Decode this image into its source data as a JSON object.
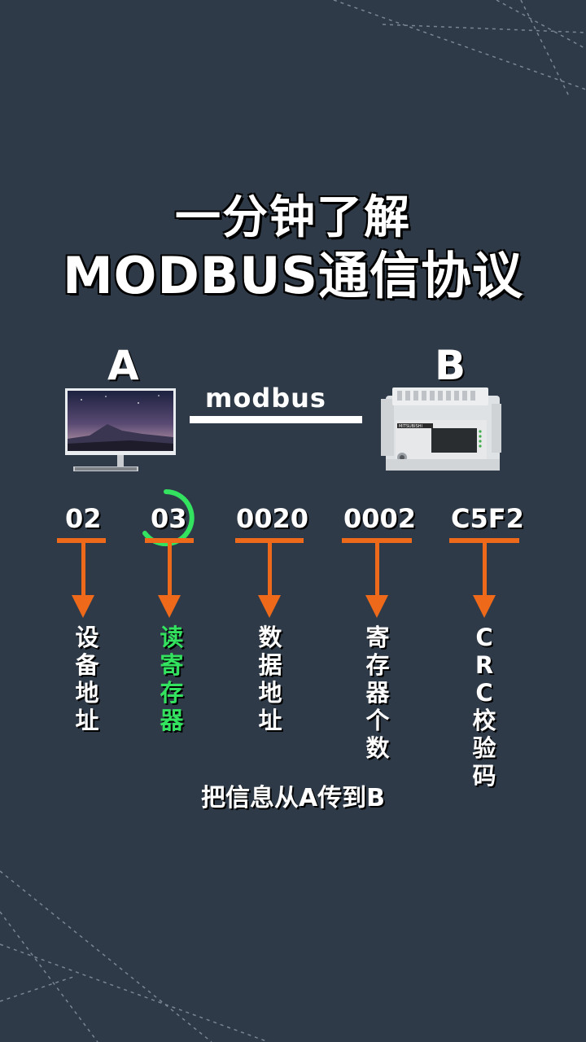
{
  "title_line1": "一分钟了解",
  "title_line2": "MODBUS通信协议",
  "device_a": "A",
  "device_b": "B",
  "link_label": "modbus",
  "plc_brand": "MITSUBISHI",
  "frame": [
    {
      "code": "02",
      "label": [
        "设",
        "备",
        "地",
        "址"
      ]
    },
    {
      "code": "03",
      "label": [
        "读",
        "寄",
        "存",
        "器"
      ]
    },
    {
      "code": "0020",
      "label": [
        "数",
        "据",
        "地",
        "址"
      ]
    },
    {
      "code": "0002",
      "label": [
        "寄",
        "存",
        "器",
        "个",
        "数"
      ]
    },
    {
      "code": "C5F2",
      "label": [
        "C",
        "R",
        "C",
        "校",
        "验",
        "码"
      ]
    }
  ],
  "caption": "把信息从A传到B",
  "colors": {
    "background": "#2f3a48",
    "accent": "#ee6a1a",
    "highlight": "#33e35f"
  }
}
